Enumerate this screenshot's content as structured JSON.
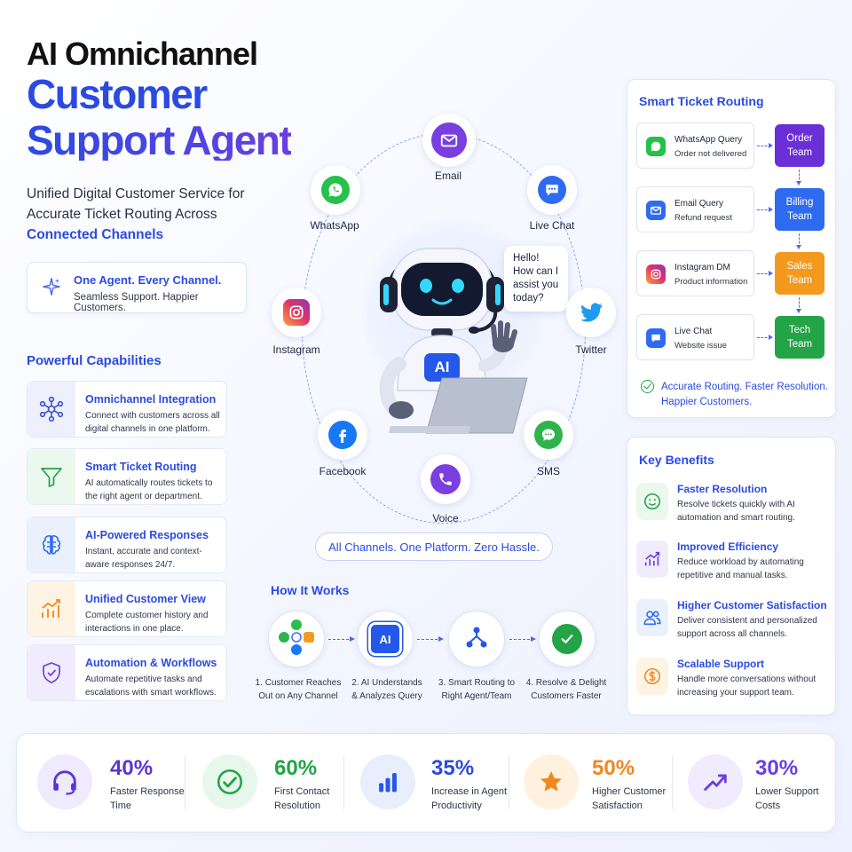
{
  "header": {
    "title_line1": "AI Omnichannel",
    "title_line2": "Customer",
    "title_line3": "Support Agent",
    "subtitle_line1": "Unified Digital Customer Service for",
    "subtitle_line2": "Accurate Ticket Routing Across",
    "subtitle_highlight": "Connected Channels"
  },
  "tagline": {
    "title": "One Agent. Every Channel.",
    "subtitle": "Seamless Support. Happier Customers."
  },
  "capabilities": {
    "heading": "Powerful Capabilities",
    "items": [
      {
        "title": "Omnichannel Integration",
        "desc": "Connect with customers across all digital channels in one platform.",
        "icon": "network-icon"
      },
      {
        "title": "Smart Ticket Routing",
        "desc": "AI automatically routes tickets to the right agent or department.",
        "icon": "funnel-icon"
      },
      {
        "title": "AI-Powered Responses",
        "desc": "Instant, accurate and context-aware responses 24/7.",
        "icon": "brain-icon"
      },
      {
        "title": "Unified Customer View",
        "desc": "Complete customer history and interactions in one place.",
        "icon": "chart-icon"
      },
      {
        "title": "Automation & Workflows",
        "desc": "Automate repetitive tasks and escalations with smart workflows.",
        "icon": "shield-check-icon"
      }
    ]
  },
  "hub": {
    "channels": [
      {
        "label": "Email",
        "icon": "email-icon",
        "color": "#7a3fe0"
      },
      {
        "label": "WhatsApp",
        "icon": "whatsapp-icon",
        "color": "#25c14a"
      },
      {
        "label": "Live Chat",
        "icon": "chat-icon",
        "color": "#2f6bf0"
      },
      {
        "label": "Instagram",
        "icon": "instagram-icon",
        "color": "#e1306c"
      },
      {
        "label": "Twitter",
        "icon": "twitter-icon",
        "color": "#1d9bf0"
      },
      {
        "label": "Facebook",
        "icon": "facebook-icon",
        "color": "#1877f2"
      },
      {
        "label": "SMS",
        "icon": "sms-icon",
        "color": "#2fb34a"
      },
      {
        "label": "Voice",
        "icon": "phone-icon",
        "color": "#7a3fe0"
      }
    ],
    "speech_lines": [
      "Hello!",
      "How can I",
      "assist you",
      "today?"
    ],
    "robot_badge": "AI",
    "pill": "All Channels. One Platform. Zero Hassle."
  },
  "how_it_works": {
    "heading": "How It Works",
    "steps": [
      {
        "line1": "1. Customer Reaches",
        "line2": "Out on Any Channel"
      },
      {
        "line1": "2. AI Understands",
        "line2": "& Analyzes Query",
        "badge": "AI"
      },
      {
        "line1": "3. Smart Routing to",
        "line2": "Right Agent/Team"
      },
      {
        "line1": "4. Resolve & Delight",
        "line2": "Customers Faster"
      }
    ]
  },
  "routing": {
    "heading": "Smart Ticket Routing",
    "rows": [
      {
        "source": "WhatsApp Query",
        "detail": "Order not delivered",
        "team_line1": "Order",
        "team_line2": "Team",
        "team_color": "#6a2fd6",
        "icon": "whatsapp-icon"
      },
      {
        "source": "Email Query",
        "detail": "Refund request",
        "team_line1": "Billing",
        "team_line2": "Team",
        "team_color": "#2f6bf0",
        "icon": "email-icon"
      },
      {
        "source": "Instagram DM",
        "detail": "Product information",
        "team_line1": "Sales",
        "team_line2": "Team",
        "team_color": "#f39a1e",
        "icon": "instagram-icon"
      },
      {
        "source": "Live Chat",
        "detail": "Website issue",
        "team_line1": "Tech",
        "team_line2": "Team",
        "team_color": "#22a447",
        "icon": "chat-icon"
      }
    ],
    "footer_line1": "Accurate Routing. Faster Resolution.",
    "footer_line2": "Happier Customers."
  },
  "benefits": {
    "heading": "Key Benefits",
    "items": [
      {
        "title": "Faster Resolution",
        "desc": "Resolve tickets quickly with AI automation and smart routing.",
        "icon": "smile-icon"
      },
      {
        "title": "Improved Efficiency",
        "desc": "Reduce workload by automating repetitive and manual tasks.",
        "icon": "growth-chart-icon"
      },
      {
        "title": "Higher Customer Satisfaction",
        "desc": "Deliver consistent and personalized support across all channels.",
        "icon": "users-icon"
      },
      {
        "title": "Scalable Support",
        "desc": "Handle more conversations without increasing your support team.",
        "icon": "dollar-icon"
      }
    ]
  },
  "stats": [
    {
      "value": "40%",
      "line1": "Faster Response",
      "line2": "Time",
      "color": "#5b35d5",
      "icon": "headset-icon"
    },
    {
      "value": "60%",
      "line1": "First Contact",
      "line2": "Resolution",
      "color": "#22a447",
      "icon": "check-circle-icon"
    },
    {
      "value": "35%",
      "line1": "Increase in Agent",
      "line2": "Productivity",
      "color": "#2b4be0",
      "icon": "bar-chart-icon"
    },
    {
      "value": "50%",
      "line1": "Higher Customer",
      "line2": "Satisfaction",
      "color": "#f0881e",
      "icon": "star-icon"
    },
    {
      "value": "30%",
      "line1": "Lower Support",
      "line2": "Costs",
      "color": "#6a3fe0",
      "icon": "trend-up-icon"
    }
  ]
}
